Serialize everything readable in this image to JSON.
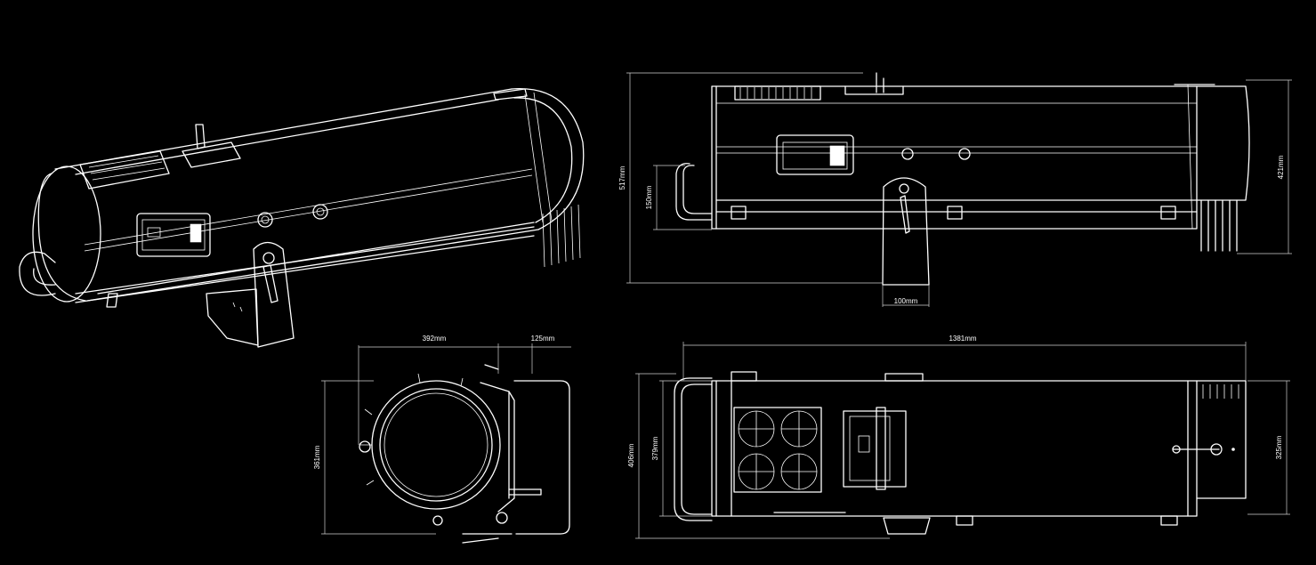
{
  "colors": {
    "background": "#000000",
    "line": "#ffffff",
    "dimension": "#cfcfcf"
  },
  "dimensions": {
    "side_height": "517mm",
    "side_body_height": "421mm",
    "handle_height": "150mm",
    "stand_width": "100mm",
    "front_width": "392mm",
    "front_offset": "125mm",
    "front_height": "361mm",
    "top_length": "1381mm",
    "top_outer_width": "406mm",
    "top_inner_width": "379mm",
    "top_rear_width": "325mm"
  }
}
